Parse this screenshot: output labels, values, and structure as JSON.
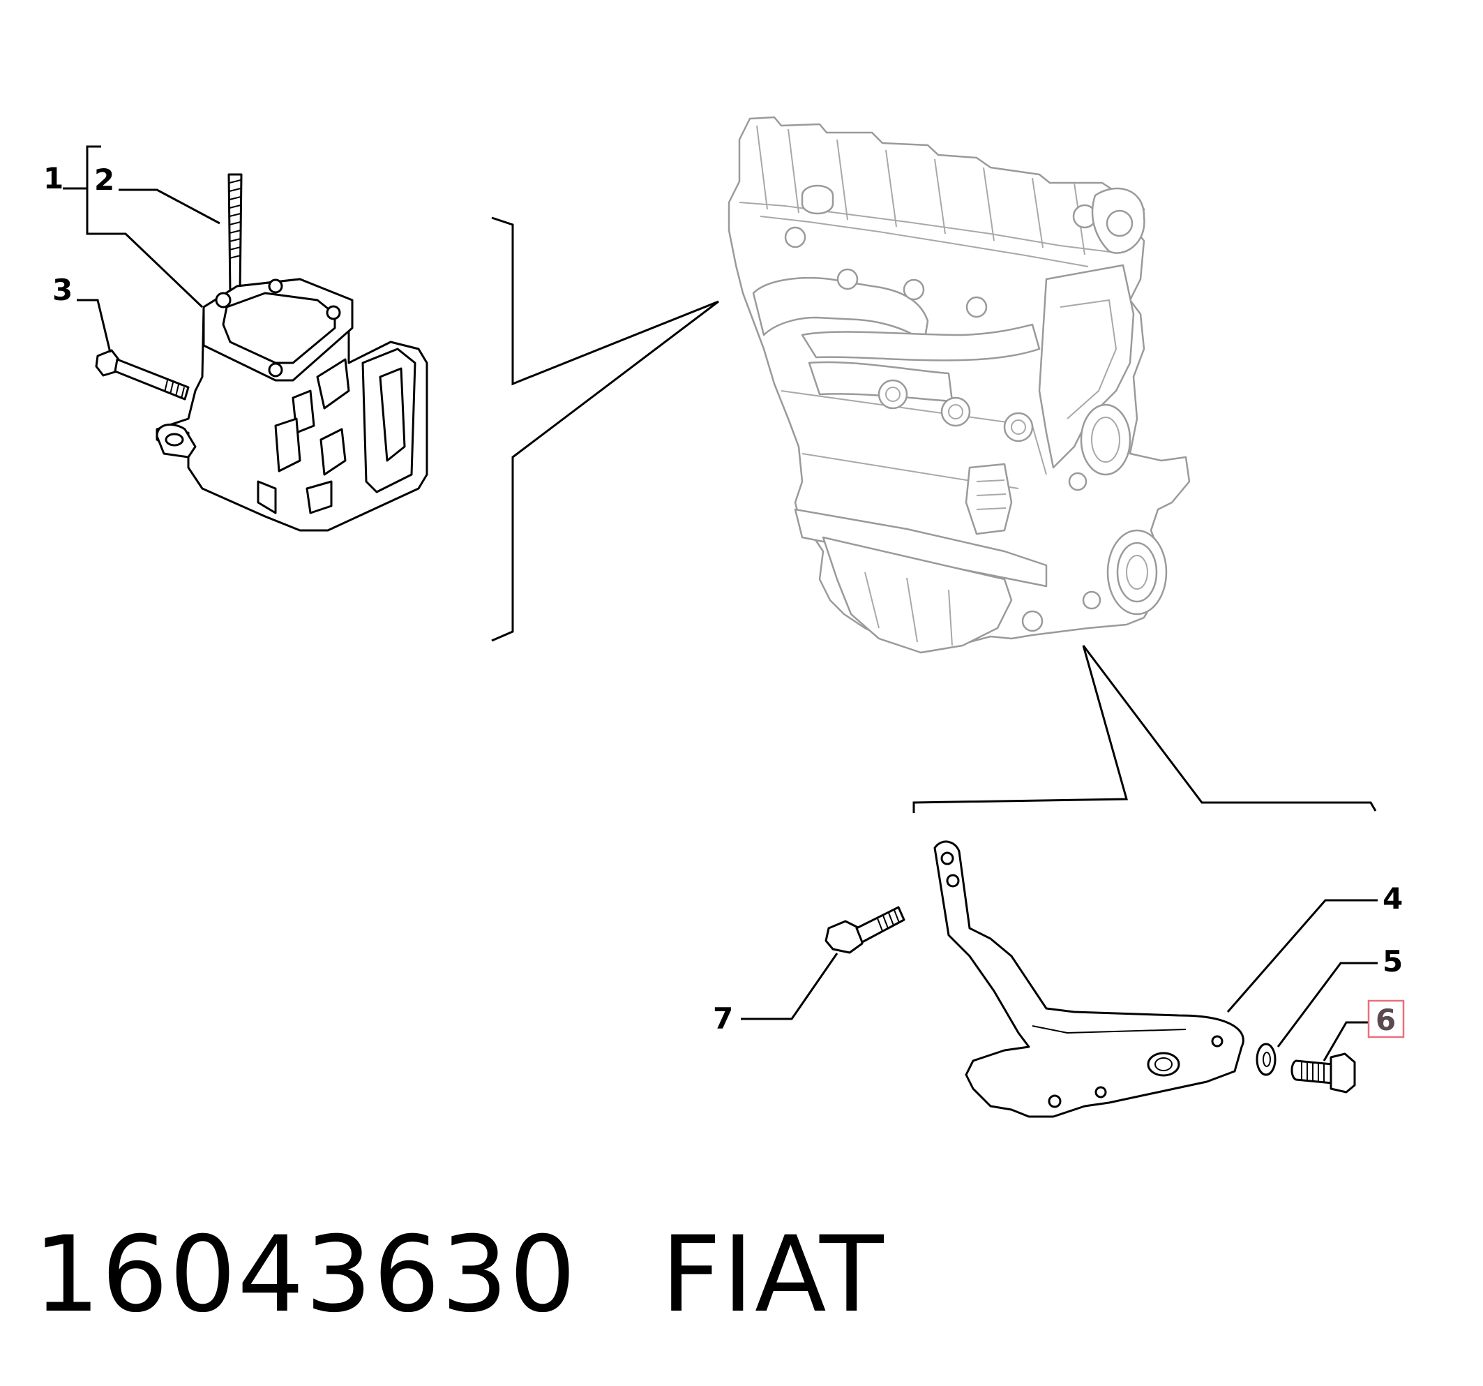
{
  "callouts": {
    "c1": "1",
    "c2": "2",
    "c3": "3",
    "c4": "4",
    "c5": "5",
    "c6": "6",
    "c7": "7"
  },
  "highlighted_callout": "6",
  "highlight_color": "#e8707a",
  "highlight_text_color": "#5b4b50",
  "caption": {
    "part_number": "16043630",
    "brand": "FIAT"
  }
}
